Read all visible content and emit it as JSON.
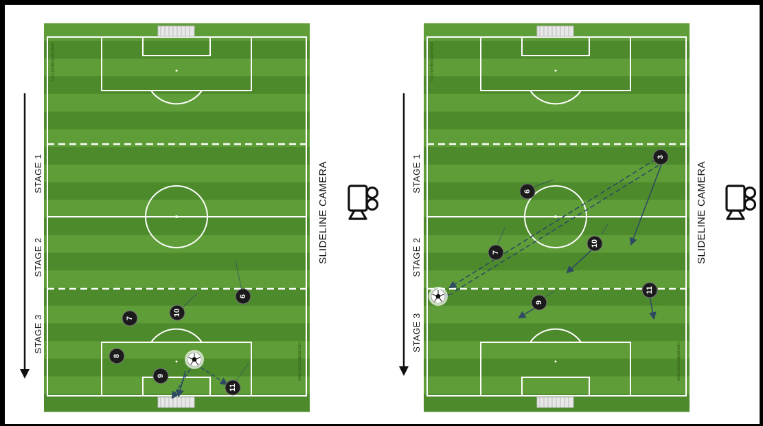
{
  "colors": {
    "pitch_dark": "#4d8a2c",
    "pitch_light": "#5f9d38",
    "line": "#ffffff",
    "player": "#1b1b1b",
    "arrow": "#2e4a63",
    "text": "#111111"
  },
  "labels": {
    "stage1": "STAGE 1",
    "stage2": "STAGE 2",
    "stage3": "STAGE 3",
    "camera": "SLIDELINE CAMERA",
    "watermark": "www.tacticalpad.com"
  },
  "icons": {
    "camera": "video-camera-icon",
    "ball": "soccer-ball-icon",
    "direction": "down-arrow-icon"
  },
  "pitch_left": {
    "players": [
      {
        "num": "7"
      },
      {
        "num": "10"
      },
      {
        "num": "6"
      },
      {
        "num": "8"
      },
      {
        "num": "9"
      },
      {
        "num": "11"
      }
    ]
  },
  "pitch_right": {
    "players": [
      {
        "num": "3"
      },
      {
        "num": "6"
      },
      {
        "num": "7"
      },
      {
        "num": "10"
      },
      {
        "num": "9"
      },
      {
        "num": "11"
      }
    ]
  }
}
